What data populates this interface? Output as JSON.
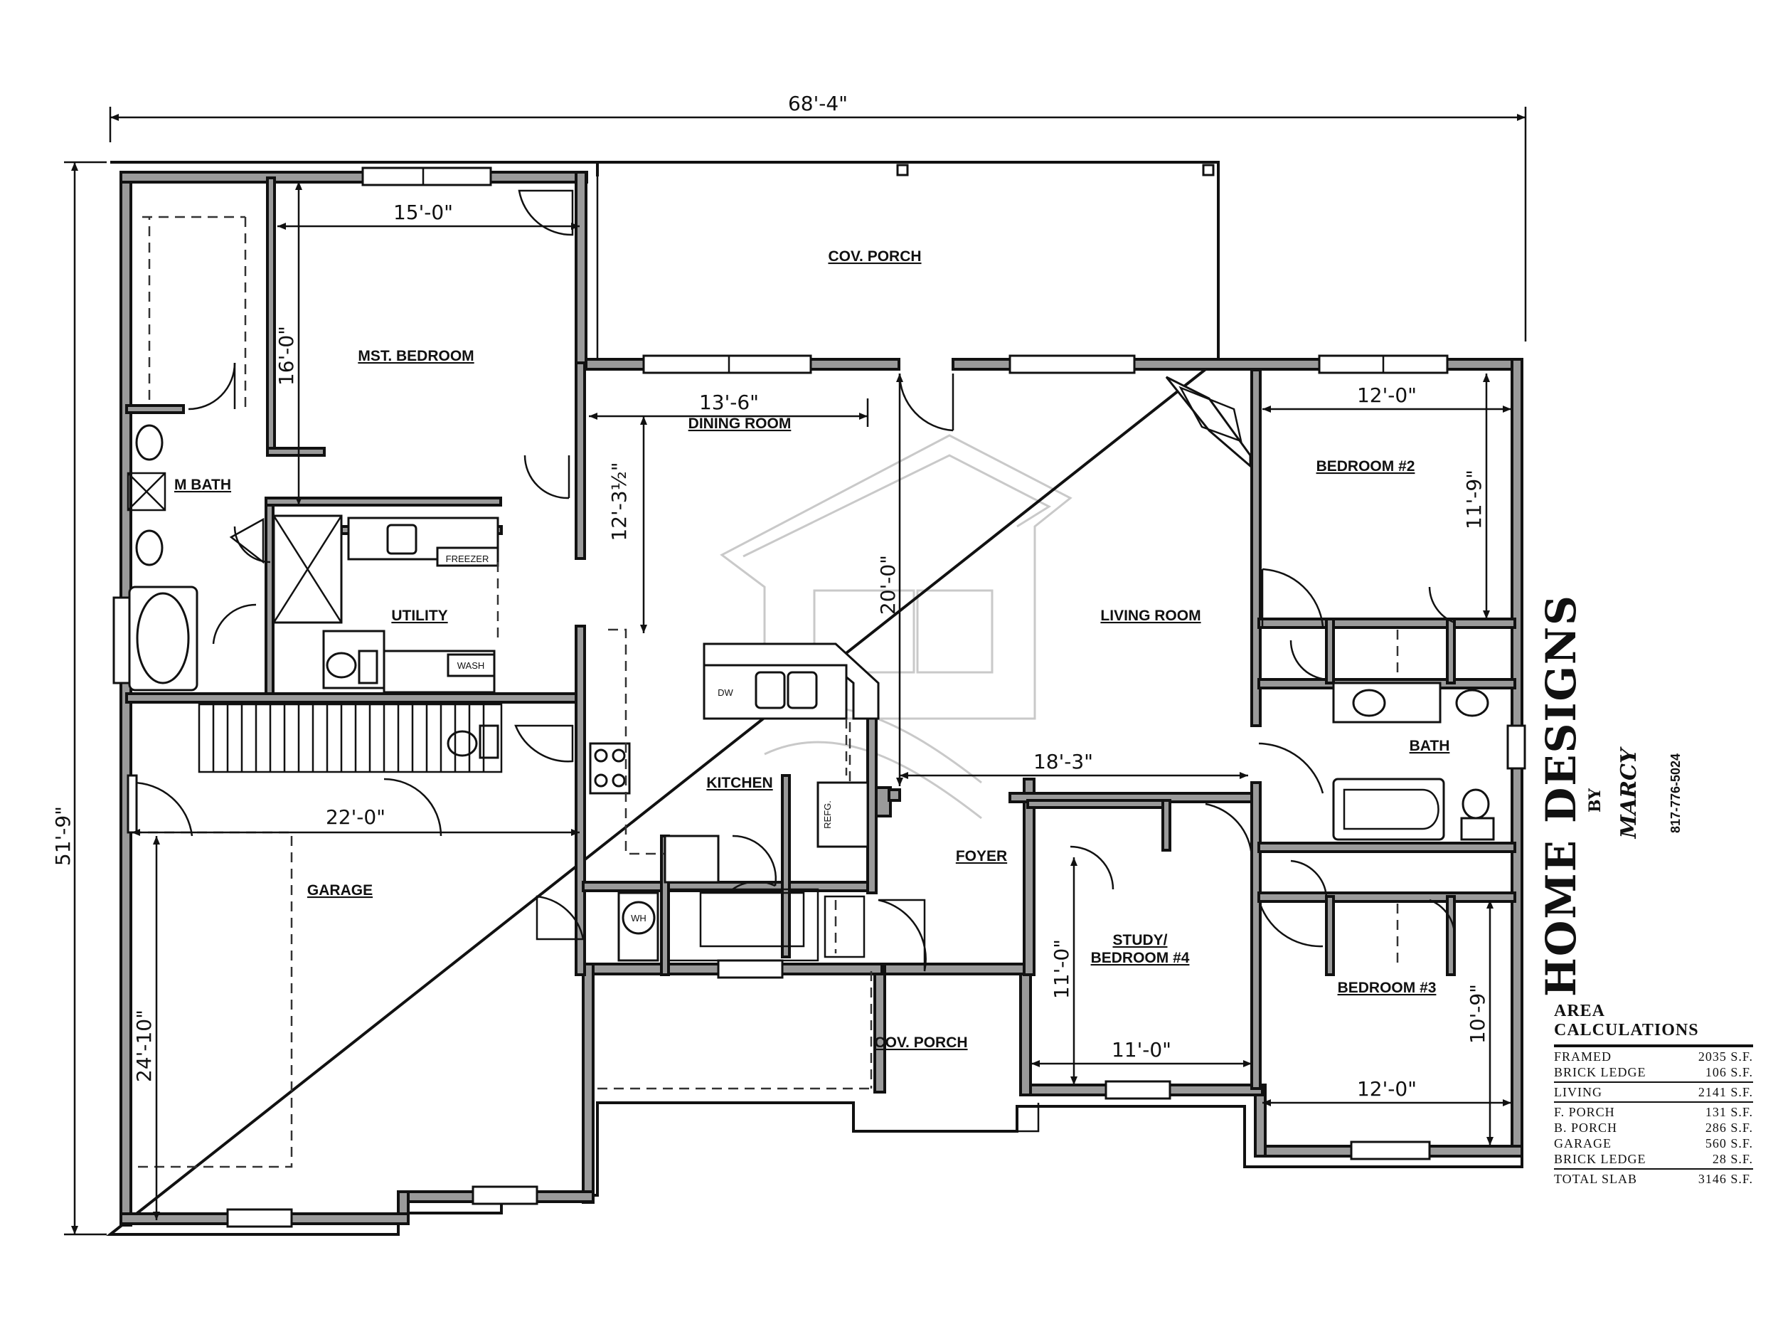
{
  "overall_dims": {
    "width": "68'-4\"",
    "depth": "51'-9\""
  },
  "rooms": {
    "cov_porch_rear": "COV. PORCH",
    "mst_bedroom": "MST. BEDROOM",
    "m_bath": "M BATH",
    "utility": "UTILITY",
    "dining_room": "DINING ROOM",
    "living_room": "LIVING ROOM",
    "bedroom2": "BEDROOM #2",
    "bath": "BATH",
    "kitchen": "KITCHEN",
    "foyer": "FOYER",
    "garage": "GARAGE",
    "study_line1": "STUDY/",
    "study_line2": "BEDROOM #4",
    "bedroom3": "BEDROOM #3",
    "cov_porch_front": "COV. PORCH"
  },
  "fixtures": {
    "freezer": "FREEZER",
    "wash": "WASH",
    "dw": "DW",
    "refg": "REFG.",
    "wh": "WH"
  },
  "dimensions": {
    "mst_width": "15'-0\"",
    "mst_depth": "16'-0\"",
    "dining_width": "13'-6\"",
    "dining_depth": "12'-3½\"",
    "living_depth": "20'-0\"",
    "living_width": "18'-3\"",
    "garage_width": "22'-0\"",
    "garage_depth": "24'-10\"",
    "bed2_width": "12'-0\"",
    "bed2_depth": "11'-9\"",
    "study_depth": "11'-0\"",
    "study_width": "11'-0\"",
    "bed3_depth": "10'-9\"",
    "bed3_width": "12'-0\""
  },
  "branding": {
    "name": "HOME DESIGNS",
    "by": "BY",
    "designer": "MARCY",
    "phone": "817-776-5024"
  },
  "area_calculations": {
    "title": "AREA CALCULATIONS",
    "group1": [
      {
        "label": "FRAMED",
        "value": "2035 S.F."
      },
      {
        "label": "BRICK LEDGE",
        "value": "106 S.F."
      }
    ],
    "group2": [
      {
        "label": "LIVING",
        "value": "2141 S.F."
      }
    ],
    "group3": [
      {
        "label": "F. PORCH",
        "value": "131 S.F."
      },
      {
        "label": "B. PORCH",
        "value": "286 S.F."
      },
      {
        "label": "GARAGE",
        "value": "560 S.F."
      },
      {
        "label": "BRICK LEDGE",
        "value": "28 S.F."
      }
    ],
    "group4": [
      {
        "label": "TOTAL SLAB",
        "value": "3146 S.F."
      }
    ]
  }
}
